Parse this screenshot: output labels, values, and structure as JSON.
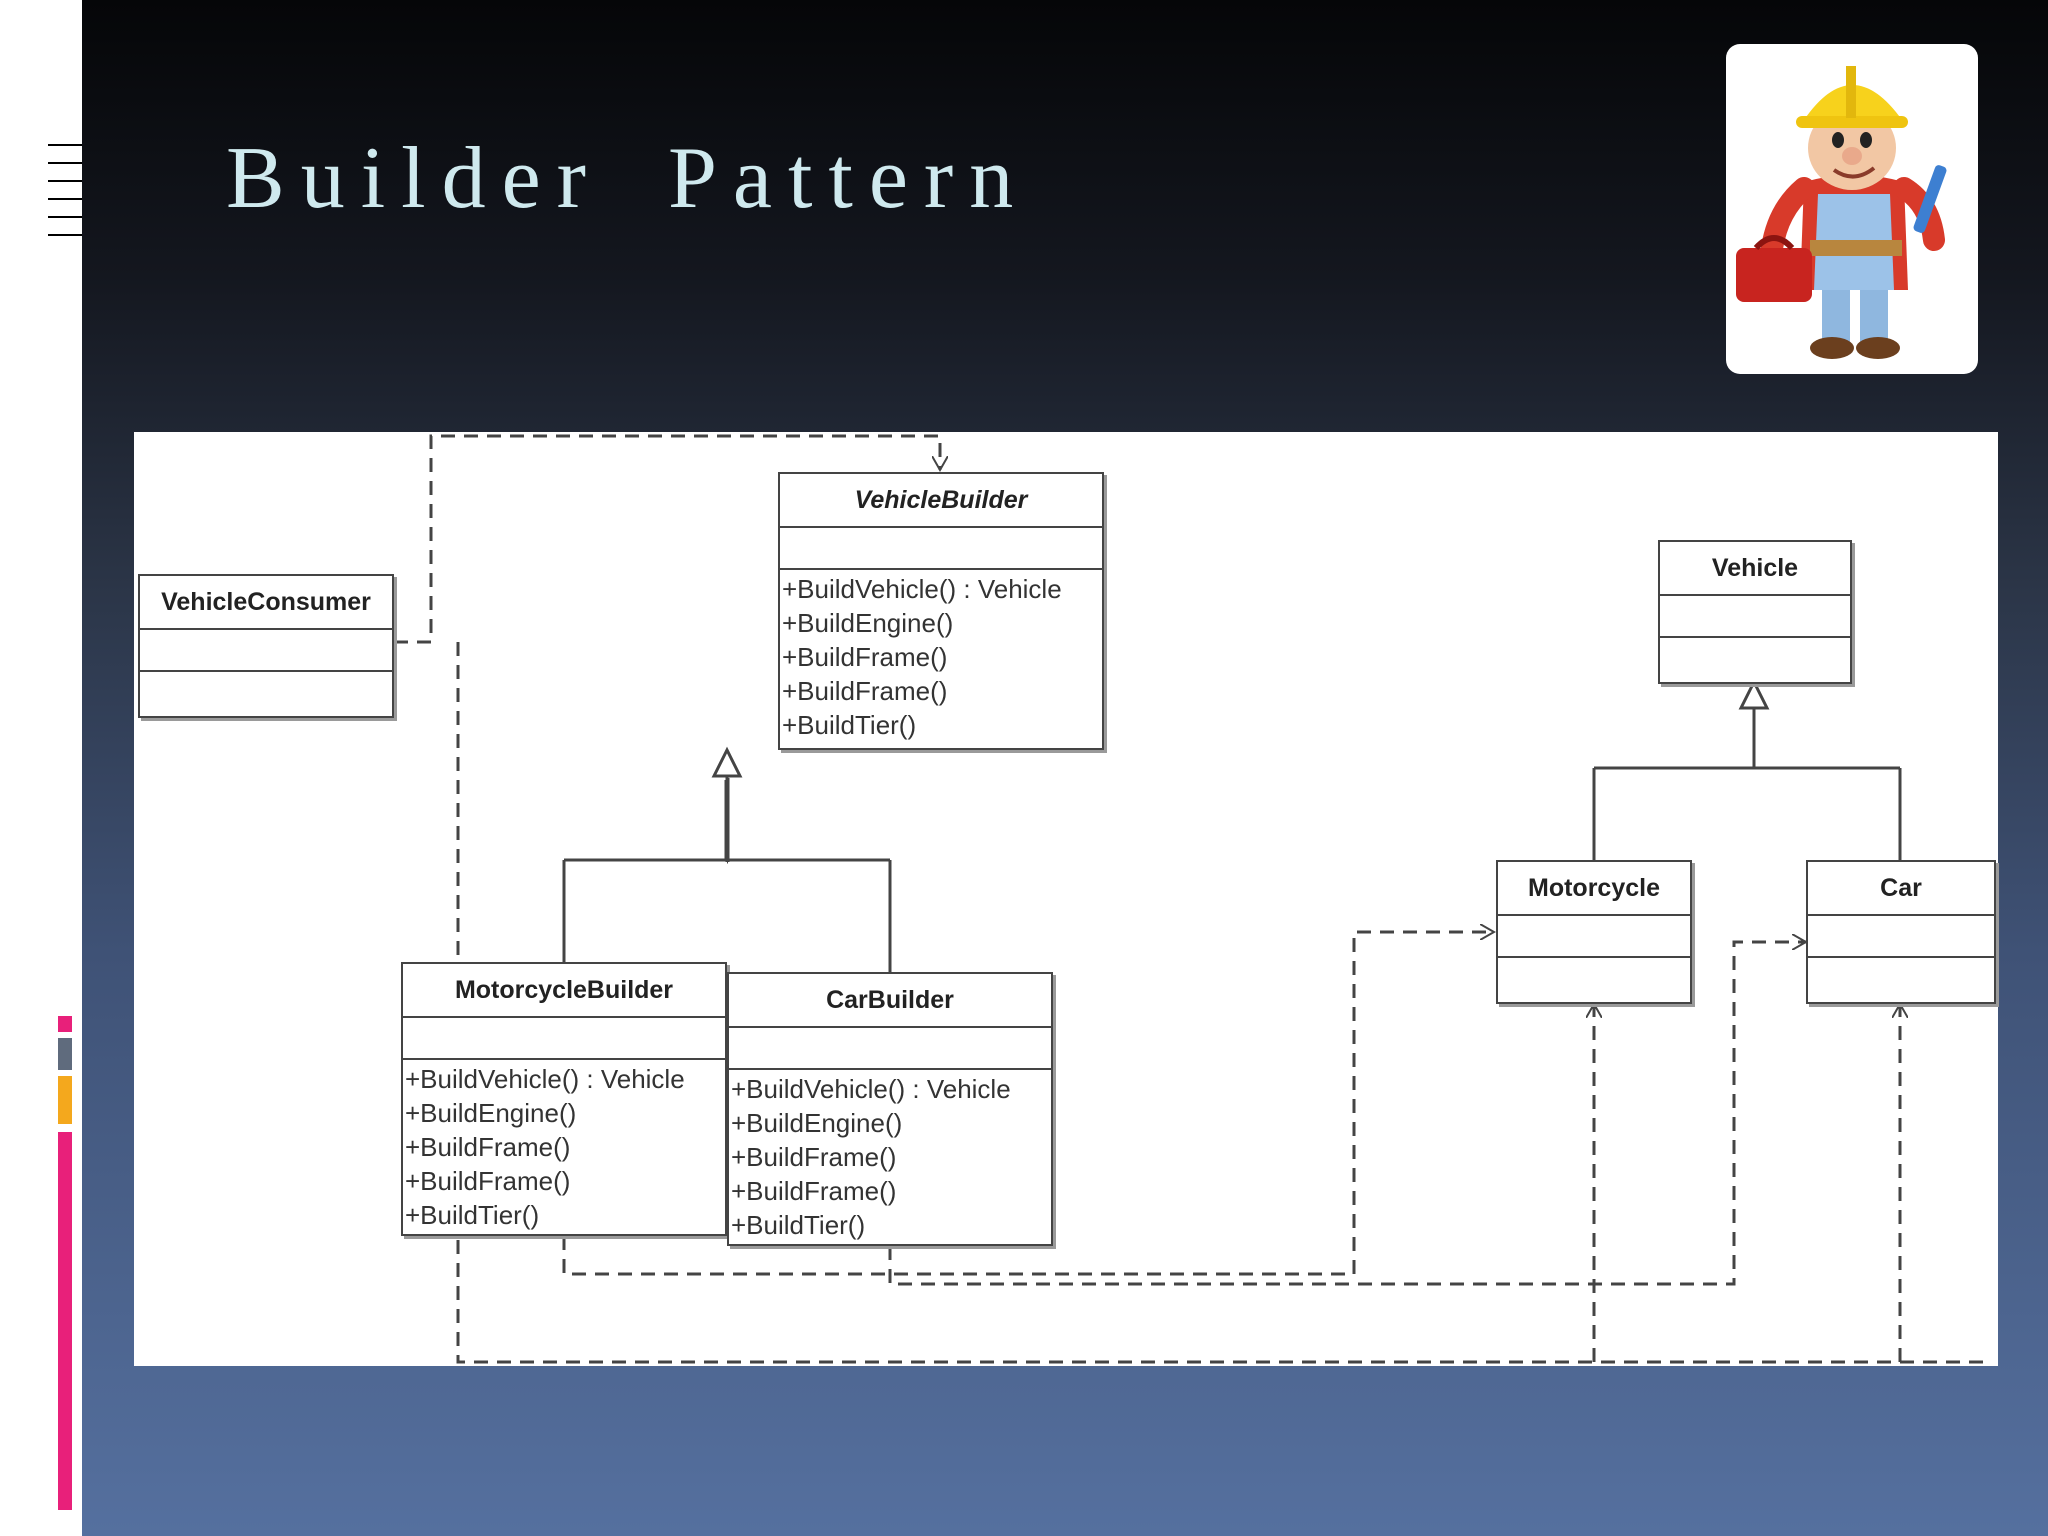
{
  "slide": {
    "title": "Builder Pattern",
    "image_icon": "bob-the-builder-mascot"
  },
  "colors": {
    "title": "#cfe9ee",
    "accent_pink": "#e8207a",
    "accent_gray": "#5f6b7d",
    "accent_orange": "#f4a81d"
  },
  "diagram": {
    "classes": {
      "vehicle_builder": {
        "name": "VehicleBuilder",
        "operations": [
          "+BuildVehicle() : Vehicle",
          "+BuildEngine()",
          "+BuildFrame()",
          "+BuildFrame()",
          "+BuildTier()"
        ]
      },
      "vehicle_consumer": {
        "name": "VehicleConsumer",
        "operations": []
      },
      "vehicle": {
        "name": "Vehicle",
        "operations": []
      },
      "motorcycle_builder": {
        "name": "MotorcycleBuilder",
        "operations": [
          "+BuildVehicle() : Vehicle",
          "+BuildEngine()",
          "+BuildFrame()",
          "+BuildFrame()",
          "+BuildTier()"
        ]
      },
      "car_builder": {
        "name": "CarBuilder",
        "operations": [
          "+BuildVehicle() : Vehicle",
          "+BuildEngine()",
          "+BuildFrame()",
          "+BuildFrame()",
          "+BuildTier()"
        ]
      },
      "motorcycle": {
        "name": "Motorcycle",
        "operations": []
      },
      "car": {
        "name": "Car",
        "operations": []
      }
    }
  }
}
